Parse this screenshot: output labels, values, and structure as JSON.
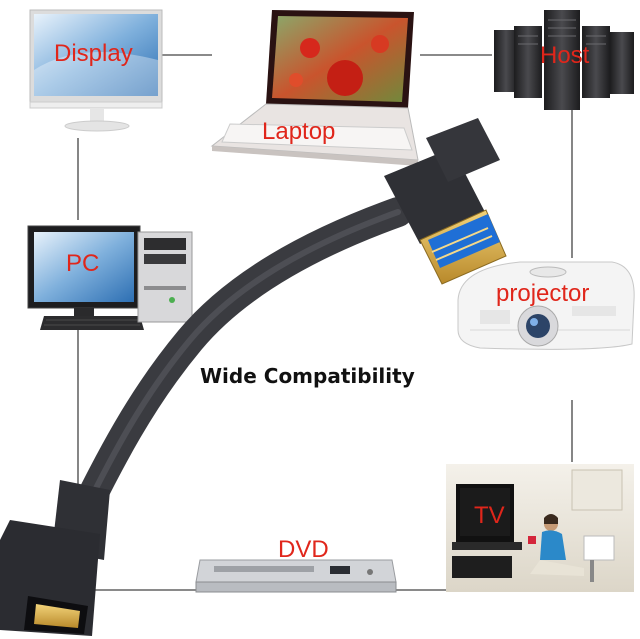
{
  "headline": "Wide Compatibility",
  "devices": [
    {
      "id": "display",
      "label": "Display"
    },
    {
      "id": "laptop",
      "label": "Laptop"
    },
    {
      "id": "host",
      "label": "Host"
    },
    {
      "id": "pc",
      "label": "PC"
    },
    {
      "id": "projector",
      "label": "projector"
    },
    {
      "id": "tv",
      "label": "TV"
    },
    {
      "id": "dvd",
      "label": "DVD"
    }
  ],
  "colors": {
    "label": "#e0261b",
    "cable": "#3a3b40",
    "connector_blue": "#1f6fd6",
    "connector_gold": "#d9a935",
    "lines": "#444444"
  },
  "icons": [
    "display-icon",
    "laptop-icon",
    "server-icon",
    "desktop-pc-icon",
    "projector-icon",
    "tv-room-icon",
    "dvd-player-icon",
    "displayport-cable-icon"
  ]
}
